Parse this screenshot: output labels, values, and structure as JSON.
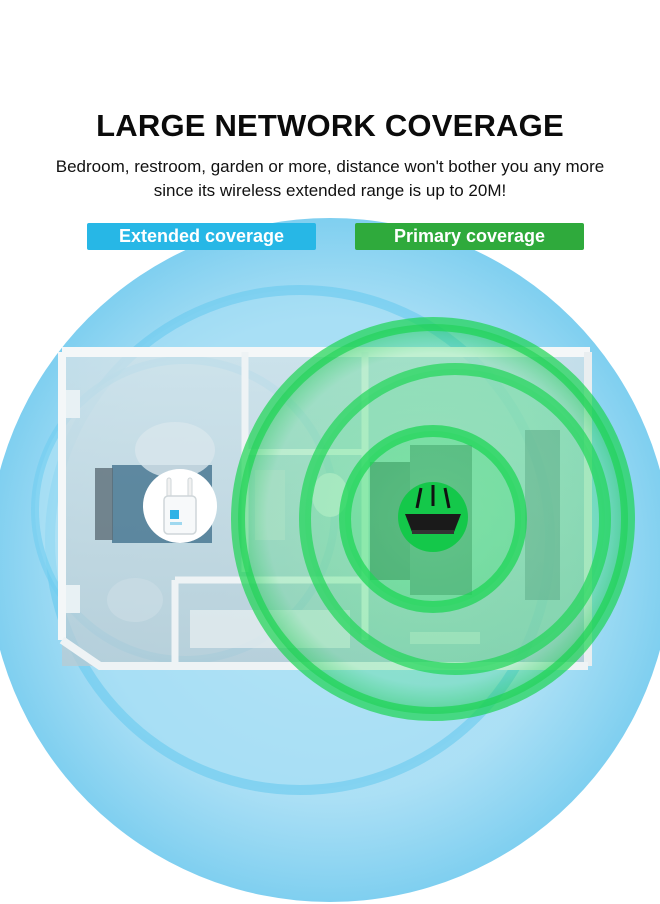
{
  "header": {
    "title": "LARGE NETWORK COVERAGE",
    "subtitle": "Bedroom, restroom, garden or more, distance won't bother you any more since its wireless extended range is up to 20M!"
  },
  "legend": {
    "extended_label": "Extended coverage",
    "primary_label": "Primary coverage"
  },
  "colors": {
    "extended": "#27b7e6",
    "primary": "#2faa3c",
    "title": "#0b0b0b"
  },
  "icons": [
    "wifi-extender-icon",
    "router-icon"
  ]
}
